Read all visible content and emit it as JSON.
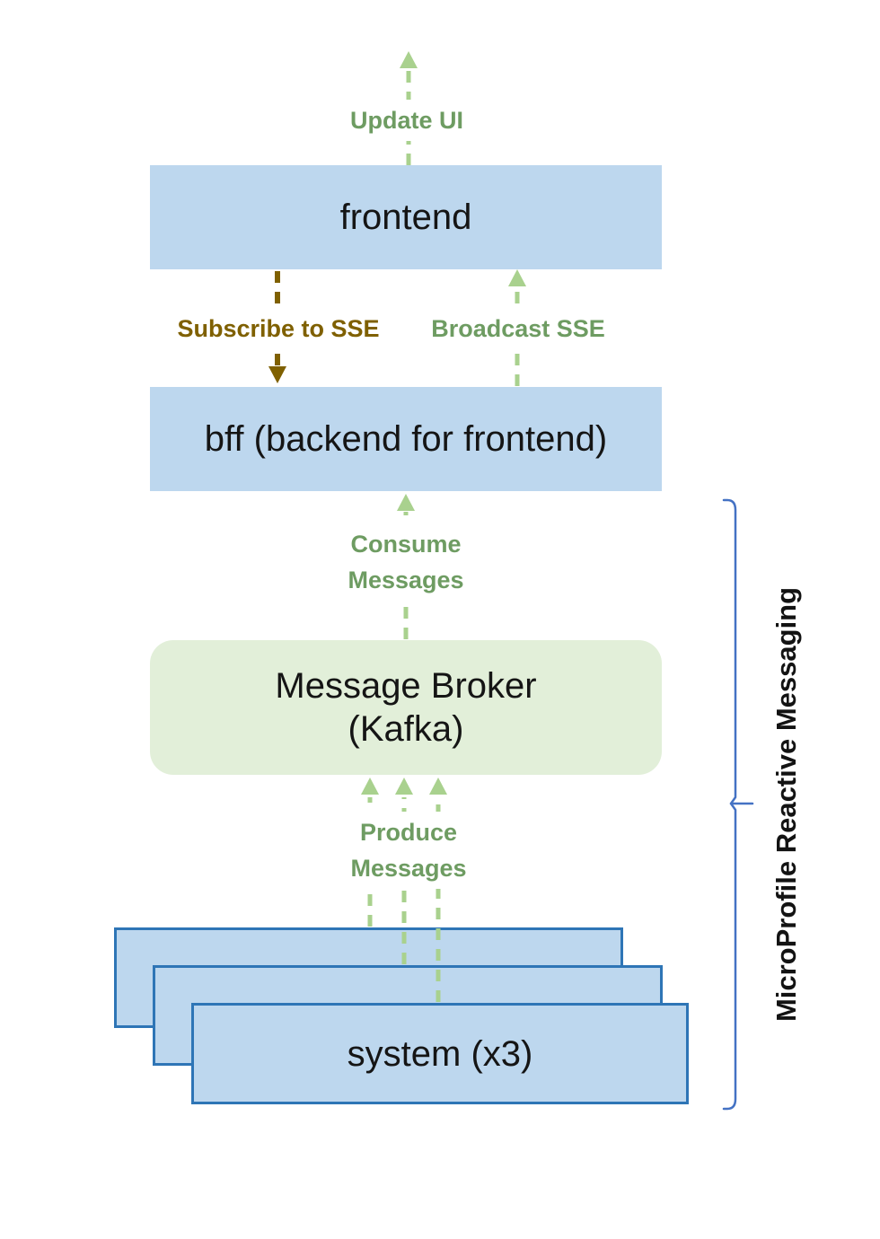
{
  "nodes": {
    "frontend": {
      "label": "frontend"
    },
    "bff": {
      "label": "bff (backend for frontend)"
    },
    "broker": {
      "label_line1": "Message Broker",
      "label_line2": "(Kafka)"
    },
    "system": {
      "label": "system (x3)",
      "count": 3
    }
  },
  "edges": {
    "update_ui": {
      "label": "Update UI",
      "direction": "up"
    },
    "subscribe_sse": {
      "label": "Subscribe to SSE",
      "direction": "down"
    },
    "broadcast_sse": {
      "label": "Broadcast SSE",
      "direction": "up"
    },
    "consume": {
      "label_line1": "Consume",
      "label_line2": "Messages",
      "direction": "up"
    },
    "produce": {
      "label_line1": "Produce",
      "label_line2": "Messages",
      "direction": "up",
      "arrow_count": 3
    }
  },
  "annotation": {
    "bracket_label": "MicroProfile Reactive Messaging"
  },
  "colors": {
    "box_blue_fill": "#BDD7EE",
    "system_border_blue": "#2E75B6",
    "broker_green_fill": "#E2EFD9",
    "arrow_green": "#A9D18E",
    "label_green": "#6E9C62",
    "label_olive": "#7F6000",
    "bracket_blue": "#4472C4",
    "text_black": "#151515"
  }
}
